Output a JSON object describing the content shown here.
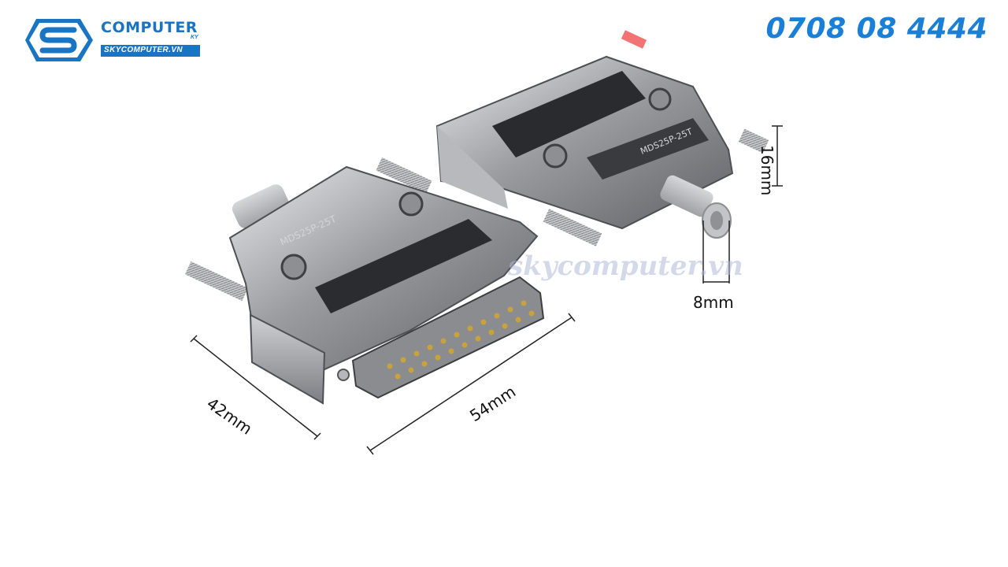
{
  "logo": {
    "brand": "COMPUTER",
    "suffix": "KY",
    "website": "SKYCOMPUTER.VN",
    "accent_color": "#1a74c4"
  },
  "hotline": "0708 08 4444",
  "watermark": "skycomputer.vn",
  "product": {
    "subject": "DB25 male connector with metal hood (two views)",
    "dimensions": {
      "height_cover": "16mm",
      "cable_entry": "8mm",
      "width": "42mm",
      "length": "54mm"
    }
  }
}
